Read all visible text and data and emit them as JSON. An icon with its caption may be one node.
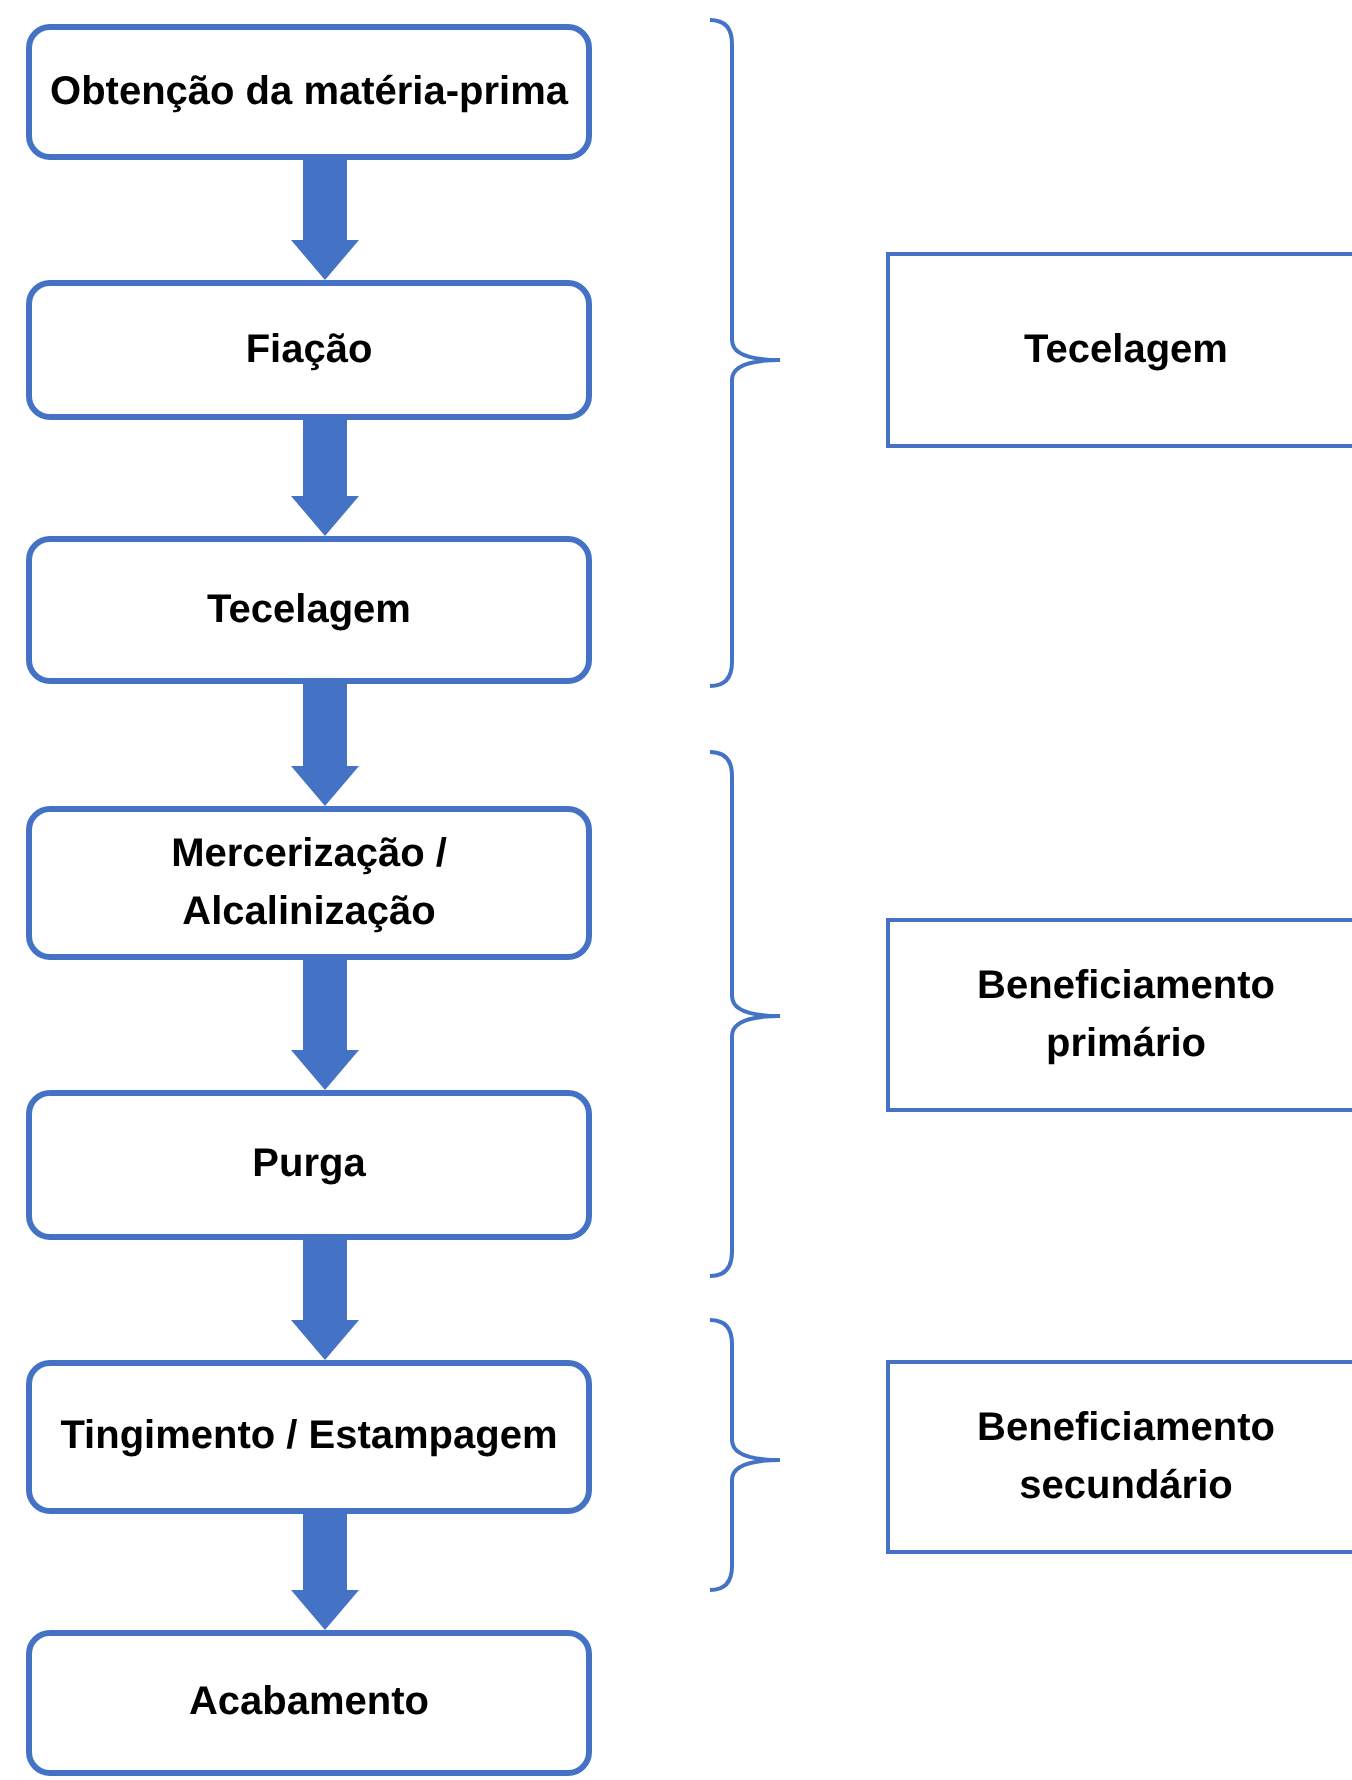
{
  "diagram": {
    "nodes": [
      {
        "text": [
          "Obtenção da matéria-prima"
        ]
      },
      {
        "text": [
          "Fiação"
        ]
      },
      {
        "text": [
          "Tecelagem"
        ]
      },
      {
        "text": [
          "Mercerização / Alcalinização"
        ]
      },
      {
        "text": [
          "Purga"
        ]
      },
      {
        "text": [
          "Tingimento / Estampagem"
        ]
      },
      {
        "text": [
          "Acabamento"
        ]
      },
      {
        "text": [
          "Tecelagem"
        ]
      },
      {
        "text": [
          "Beneficiamento primário"
        ]
      },
      {
        "text": [
          "Beneficiamento secundário"
        ]
      }
    ],
    "edges": [
      {
        "from": 0,
        "to": 1,
        "arrow": "to"
      },
      {
        "from": 1,
        "to": 2,
        "arrow": "to"
      },
      {
        "from": 2,
        "to": 3,
        "arrow": "to"
      },
      {
        "from": 3,
        "to": 4,
        "arrow": "to"
      },
      {
        "from": 4,
        "to": 5,
        "arrow": "to"
      },
      {
        "from": 5,
        "to": 6,
        "arrow": "to"
      }
    ]
  }
}
